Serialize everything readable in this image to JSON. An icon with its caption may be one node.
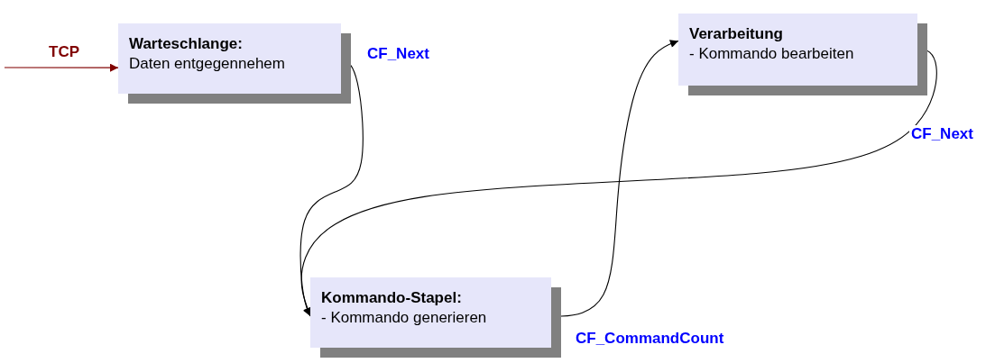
{
  "diagram": {
    "nodes": [
      {
        "text": [
          "Warteschlange:",
          "Daten entgegennehem"
        ]
      },
      {
        "text": [
          "Verarbeitung",
          "- Kommando bearbeiten"
        ]
      },
      {
        "text": [
          "Kommando-Stapel:",
          "- Kommando generieren"
        ]
      }
    ],
    "edges": [
      {
        "from": null,
        "to": 0,
        "arrow": "to",
        "label": "TCP",
        "color": "#800000"
      },
      {
        "from": 0,
        "to": 2,
        "arrow": "to",
        "label": "CF_Next"
      },
      {
        "from": 2,
        "to": 1,
        "arrow": "to",
        "label": "CF_CommandCount"
      },
      {
        "from": 1,
        "to": 2,
        "arrow": "to",
        "label": "CF_Next"
      }
    ]
  }
}
